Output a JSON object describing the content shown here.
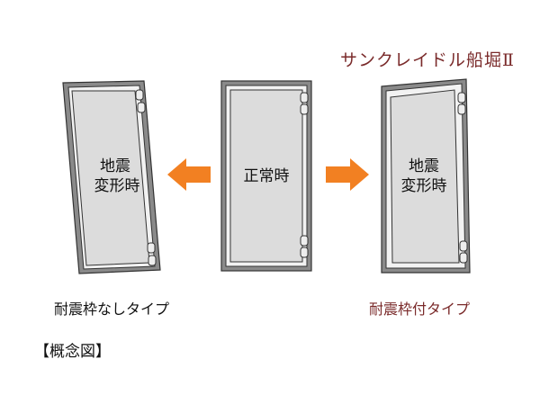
{
  "brand": {
    "name": "サンクレイドル船堀Ⅱ"
  },
  "doors": {
    "left": {
      "label_line1": "地震",
      "label_line2": "変形時"
    },
    "center": {
      "label": "正常時"
    },
    "right": {
      "label_line1": "地震",
      "label_line2": "変形時"
    }
  },
  "captions": {
    "left": "耐震枠なしタイプ",
    "right": "耐震枠付タイプ"
  },
  "figure_note": "【概念図】",
  "colors": {
    "accent_red": "#7a2a2a",
    "arrow_orange": "#f28022",
    "frame_grey": "#8a8a8a",
    "door_fill": "#dcdcdc"
  }
}
